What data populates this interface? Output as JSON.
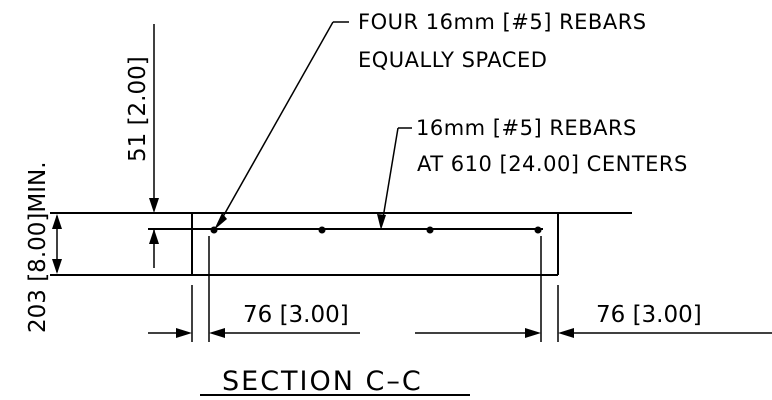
{
  "drawing": {
    "title": "SECTION C–C",
    "notes": {
      "four_rebars_line1": "FOUR 16mm [#5] REBARS",
      "four_rebars_line2": "EQUALLY SPACED",
      "rebars_centers_line1": "16mm [#5] REBARS",
      "rebars_centers_line2": "AT 610 [24.00] CENTERS"
    },
    "dimensions": {
      "cover_top": "51 [2.00]",
      "thickness": "203 [8.00]MIN.",
      "edge_left": "76 [3.00]",
      "edge_right": "76  [3.00]"
    }
  }
}
